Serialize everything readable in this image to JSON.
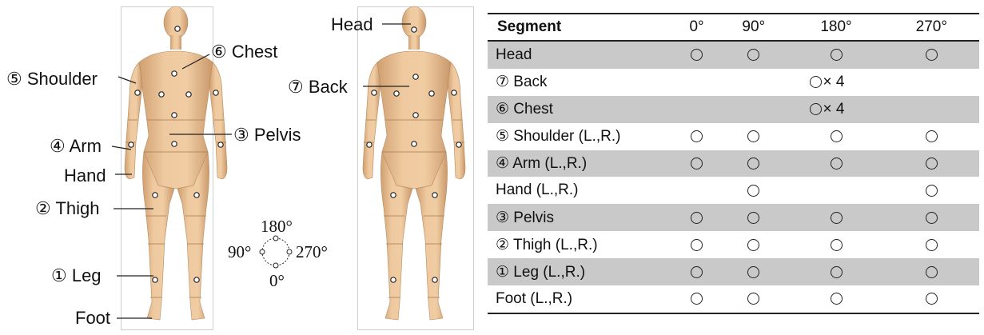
{
  "labels": {
    "head": "Head",
    "chest": "⑥ Chest",
    "shoulder": "⑤ Shoulder",
    "back": "⑦ Back",
    "pelvis": "③ Pelvis",
    "arm": "④ Arm",
    "hand": "Hand",
    "thigh": "② Thigh",
    "leg": "① Leg",
    "foot": "Foot"
  },
  "orientation": {
    "top": "180°",
    "left": "90°",
    "right": "270°",
    "bottom": "0°"
  },
  "table": {
    "header": [
      "Segment",
      "0°",
      "90°",
      "180°",
      "270°"
    ],
    "rows": [
      {
        "name": "Head",
        "shaded": true,
        "marks": [
          true,
          true,
          true,
          true
        ]
      },
      {
        "name": "⑦ Back",
        "shaded": false,
        "span": "× 4"
      },
      {
        "name": "⑥ Chest",
        "shaded": true,
        "span": "× 4"
      },
      {
        "name": "⑤ Shoulder (L.,R.)",
        "shaded": false,
        "marks": [
          true,
          true,
          true,
          true
        ]
      },
      {
        "name": "④ Arm (L.,R.)",
        "shaded": true,
        "marks": [
          true,
          true,
          true,
          true
        ]
      },
      {
        "name": "Hand (L.,R.)",
        "shaded": false,
        "marks": [
          false,
          true,
          false,
          true
        ]
      },
      {
        "name": "③ Pelvis",
        "shaded": true,
        "marks": [
          true,
          true,
          true,
          true
        ]
      },
      {
        "name": "② Thigh (L.,R.)",
        "shaded": false,
        "marks": [
          true,
          true,
          true,
          true
        ]
      },
      {
        "name": "① Leg (L.,R.)",
        "shaded": true,
        "marks": [
          true,
          true,
          true,
          true
        ]
      },
      {
        "name": "Foot (L.,R.)",
        "shaded": false,
        "marks": [
          true,
          true,
          true,
          true
        ]
      }
    ]
  },
  "colors": {
    "skin": "#e8c095",
    "skin_shadow": "#c8996a",
    "row_shade": "#c9c9c9"
  }
}
